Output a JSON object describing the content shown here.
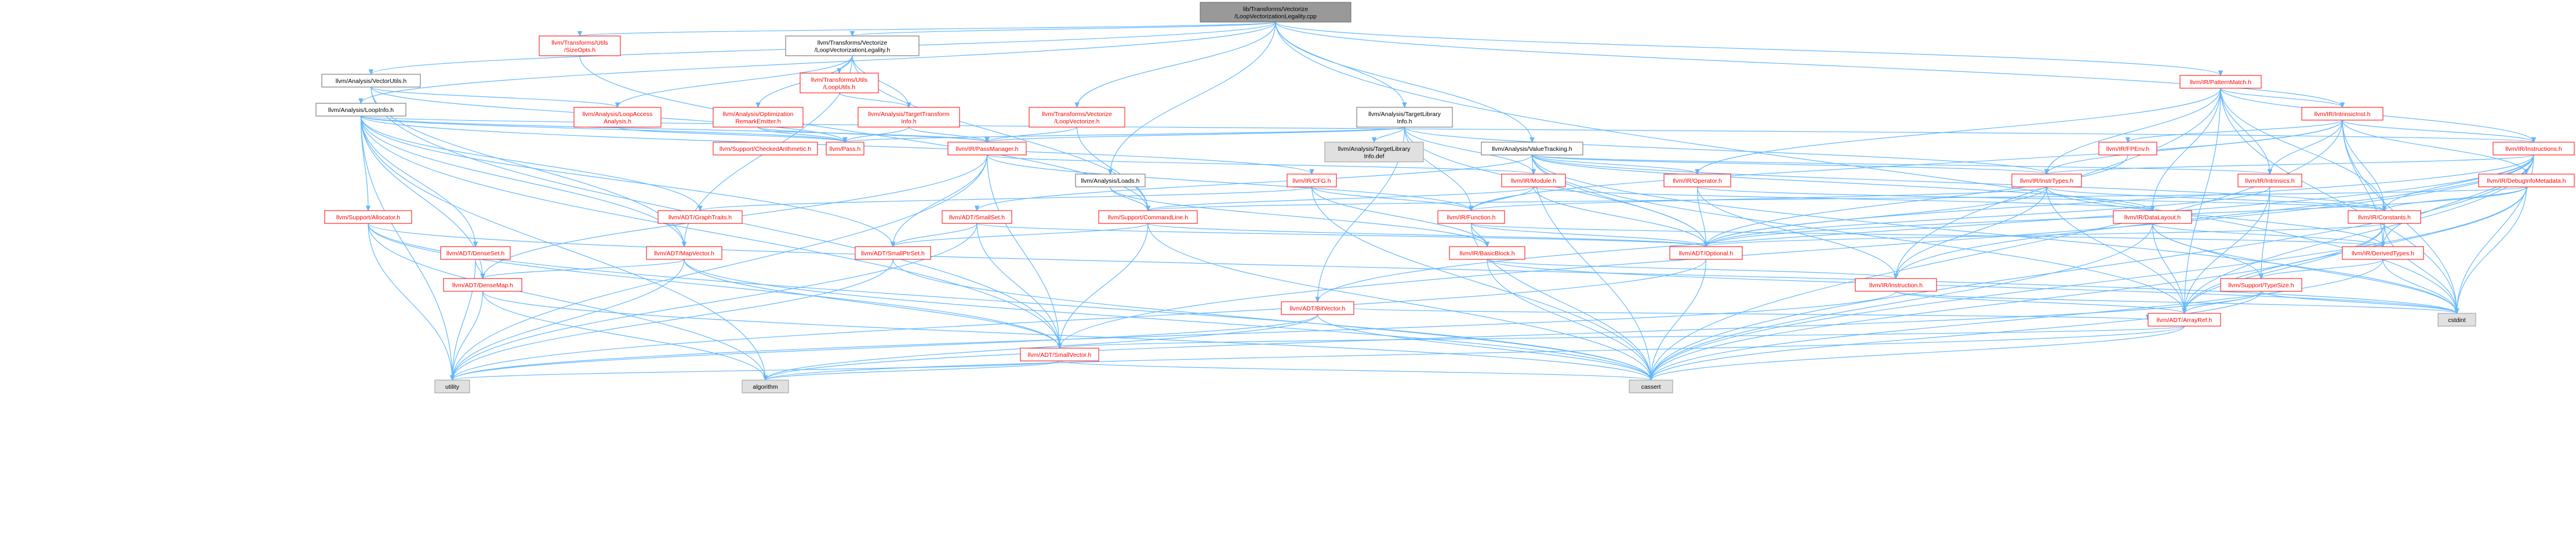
{
  "colors": {
    "edge": "#63b8ff",
    "root_fill": "#999999",
    "root_stroke": "#666666",
    "doc_fill": "#ffffff",
    "doc_stroke": "#ff0000",
    "doc_text": "#ff0000",
    "plain_stroke": "#666666",
    "plain_text": "#000000",
    "system_fill": "#e0e0e0",
    "system_stroke": "#999999"
  },
  "nodes": [
    {
      "id": "root",
      "kind": "root",
      "lines": [
        "lib/Transforms/Vectorize",
        "/LoopVectorizationLegality.cpp"
      ]
    },
    {
      "id": "tu_sizeopts",
      "kind": "doc",
      "lines": [
        "llvm/Transforms/Utils",
        "/SizeOpts.h"
      ]
    },
    {
      "id": "lvl_h",
      "kind": "plain",
      "lines": [
        "llvm/Transforms/Vectorize",
        "/LoopVectorizationLegality.h"
      ]
    },
    {
      "id": "vectorutils",
      "kind": "plain",
      "lines": [
        "llvm/Analysis/VectorUtils.h"
      ]
    },
    {
      "id": "loopinfo",
      "kind": "plain",
      "lines": [
        "llvm/Analysis/LoopInfo.h"
      ]
    },
    {
      "id": "tu_looputils",
      "kind": "doc",
      "lines": [
        "llvm/Transforms/Utils",
        "/LoopUtils.h"
      ]
    },
    {
      "id": "loopaccess",
      "kind": "doc",
      "lines": [
        "llvm/Analysis/LoopAccess",
        "Analysis.h"
      ]
    },
    {
      "id": "optremark",
      "kind": "doc",
      "lines": [
        "llvm/Analysis/Optimization",
        "RemarkEmitter.h"
      ]
    },
    {
      "id": "tti",
      "kind": "doc",
      "lines": [
        "llvm/Analysis/TargetTransform",
        "Info.h"
      ]
    },
    {
      "id": "loopvectorize",
      "kind": "doc",
      "lines": [
        "llvm/Transforms/Vectorize",
        "/LoopVectorize.h"
      ]
    },
    {
      "id": "tli",
      "kind": "plain",
      "lines": [
        "llvm/Analysis/TargetLibrary",
        "Info.h"
      ]
    },
    {
      "id": "tli_def",
      "kind": "system",
      "lines": [
        "llvm/Analysis/TargetLibrary",
        "Info.def"
      ]
    },
    {
      "id": "valuetracking",
      "kind": "plain",
      "lines": [
        "llvm/Analysis/ValueTracking.h"
      ]
    },
    {
      "id": "loads",
      "kind": "plain",
      "lines": [
        "llvm/Analysis/Loads.h"
      ]
    },
    {
      "id": "patternmatch",
      "kind": "doc",
      "lines": [
        "llvm/IR/PatternMatch.h"
      ]
    },
    {
      "id": "intrinsicinst",
      "kind": "doc",
      "lines": [
        "llvm/IR/IntrinsicInst.h"
      ]
    },
    {
      "id": "instructions",
      "kind": "doc",
      "lines": [
        "llvm/IR/Instructions.h"
      ]
    },
    {
      "id": "fpenv",
      "kind": "doc",
      "lines": [
        "llvm/IR/FPEnv.h"
      ]
    },
    {
      "id": "debuginfometa",
      "kind": "doc",
      "lines": [
        "llvm/IR/DebugInfoMetadata.h"
      ]
    },
    {
      "id": "checkedarith",
      "kind": "doc",
      "lines": [
        "llvm/Support/CheckedArithmetic.h"
      ]
    },
    {
      "id": "pass",
      "kind": "doc",
      "lines": [
        "llvm/Pass.h"
      ]
    },
    {
      "id": "passmanager",
      "kind": "doc",
      "lines": [
        "llvm/IR/PassManager.h"
      ]
    },
    {
      "id": "cfg",
      "kind": "doc",
      "lines": [
        "llvm/IR/CFG.h"
      ]
    },
    {
      "id": "module",
      "kind": "doc",
      "lines": [
        "llvm/IR/Module.h"
      ]
    },
    {
      "id": "operator",
      "kind": "doc",
      "lines": [
        "llvm/IR/Operator.h"
      ]
    },
    {
      "id": "instrtypes",
      "kind": "doc",
      "lines": [
        "llvm/IR/InstrTypes.h"
      ]
    },
    {
      "id": "intrinsics",
      "kind": "doc",
      "lines": [
        "llvm/IR/Intrinsics.h"
      ]
    },
    {
      "id": "allocator",
      "kind": "doc",
      "lines": [
        "llvm/Support/Allocator.h"
      ]
    },
    {
      "id": "graphtraits",
      "kind": "doc",
      "lines": [
        "llvm/ADT/GraphTraits.h"
      ]
    },
    {
      "id": "smallset",
      "kind": "doc",
      "lines": [
        "llvm/ADT/SmallSet.h"
      ]
    },
    {
      "id": "commandline",
      "kind": "doc",
      "lines": [
        "llvm/Support/CommandLine.h"
      ]
    },
    {
      "id": "function",
      "kind": "doc",
      "lines": [
        "llvm/IR/Function.h"
      ]
    },
    {
      "id": "datalayout",
      "kind": "doc",
      "lines": [
        "llvm/IR/DataLayout.h"
      ]
    },
    {
      "id": "constants",
      "kind": "doc",
      "lines": [
        "llvm/IR/Constants.h"
      ]
    },
    {
      "id": "densemapinfo",
      "kind": "doc",
      "lines": [
        "llvm/ADT/DenseSet.h"
      ]
    },
    {
      "id": "mapvector",
      "kind": "doc",
      "lines": [
        "llvm/ADT/MapVector.h"
      ]
    },
    {
      "id": "smallptrset",
      "kind": "doc",
      "lines": [
        "llvm/ADT/SmallPtrSet.h"
      ]
    },
    {
      "id": "optional",
      "kind": "doc",
      "lines": [
        "llvm/ADT/Optional.h"
      ]
    },
    {
      "id": "basicblock",
      "kind": "doc",
      "lines": [
        "llvm/IR/BasicBlock.h"
      ]
    },
    {
      "id": "derivedtypes",
      "kind": "doc",
      "lines": [
        "llvm/IR/DerivedTypes.h"
      ]
    },
    {
      "id": "densemap",
      "kind": "doc",
      "lines": [
        "llvm/ADT/DenseMap.h"
      ]
    },
    {
      "id": "bitvector",
      "kind": "doc",
      "lines": [
        "llvm/ADT/BitVector.h"
      ]
    },
    {
      "id": "instruction",
      "kind": "doc",
      "lines": [
        "llvm/IR/Instruction.h"
      ]
    },
    {
      "id": "typesize",
      "kind": "doc",
      "lines": [
        "llvm/Support/TypeSize.h"
      ]
    },
    {
      "id": "cstdint",
      "kind": "system",
      "lines": [
        "cstdint"
      ]
    },
    {
      "id": "arrayref",
      "kind": "doc",
      "lines": [
        "llvm/ADT/ArrayRef.h"
      ]
    },
    {
      "id": "smallvector",
      "kind": "doc",
      "lines": [
        "llvm/ADT/SmallVector.h"
      ]
    },
    {
      "id": "utility",
      "kind": "system",
      "lines": [
        "utility"
      ]
    },
    {
      "id": "algorithm",
      "kind": "system",
      "lines": [
        "algorithm"
      ]
    },
    {
      "id": "cassert",
      "kind": "system",
      "lines": [
        "cassert"
      ]
    }
  ],
  "edges": [
    [
      "root",
      "tu_sizeopts"
    ],
    [
      "root",
      "lvl_h"
    ],
    [
      "root",
      "vectorutils"
    ],
    [
      "root",
      "loopinfo"
    ],
    [
      "root",
      "loopvectorize"
    ],
    [
      "root",
      "tli"
    ],
    [
      "root",
      "valuetracking"
    ],
    [
      "root",
      "loads"
    ],
    [
      "root",
      "patternmatch"
    ],
    [
      "root",
      "intrinsicinst"
    ],
    [
      "root",
      "cstdint"
    ],
    [
      "tu_sizeopts",
      "commandline"
    ],
    [
      "lvl_h",
      "tu_looputils"
    ],
    [
      "lvl_h",
      "loopaccess"
    ],
    [
      "lvl_h",
      "optremark"
    ],
    [
      "lvl_h",
      "tti"
    ],
    [
      "lvl_h",
      "mapvector"
    ],
    [
      "lvl_h",
      "commandline"
    ],
    [
      "tu_looputils",
      "tti"
    ],
    [
      "tti",
      "passmanager"
    ],
    [
      "tti",
      "pass"
    ],
    [
      "tti",
      "smallbitvector_dummy"
    ],
    [
      "optremark",
      "pass"
    ],
    [
      "optremark",
      "passmanager"
    ],
    [
      "loopaccess",
      "pass"
    ],
    [
      "loopvectorize",
      "passmanager"
    ],
    [
      "loopvectorize",
      "commandline"
    ],
    [
      "vectorutils",
      "loopaccess"
    ],
    [
      "vectorutils",
      "pass"
    ],
    [
      "vectorutils",
      "mapvector"
    ],
    [
      "vectorutils",
      "smallvector"
    ],
    [
      "loopinfo",
      "allocator"
    ],
    [
      "loopinfo",
      "graphtraits"
    ],
    [
      "loopinfo",
      "densemapinfo"
    ],
    [
      "loopinfo",
      "mapvector"
    ],
    [
      "loopinfo",
      "smallptrset"
    ],
    [
      "loopinfo",
      "smallvector"
    ],
    [
      "loopinfo",
      "pass"
    ],
    [
      "loopinfo",
      "passmanager"
    ],
    [
      "loopinfo",
      "cfg"
    ],
    [
      "loopinfo",
      "instructions"
    ],
    [
      "loopinfo",
      "algorithm"
    ],
    [
      "loopinfo",
      "utility"
    ],
    [
      "loopinfo",
      "densemap"
    ],
    [
      "tli",
      "tli_def"
    ],
    [
      "tli",
      "passmanager"
    ],
    [
      "tli",
      "pass"
    ],
    [
      "tli",
      "bitvector"
    ],
    [
      "tli",
      "optional"
    ],
    [
      "tli",
      "function"
    ],
    [
      "tli",
      "module"
    ],
    [
      "tli",
      "instrtypes"
    ],
    [
      "valuetracking",
      "arrayref"
    ],
    [
      "valuetracking",
      "smallset"
    ],
    [
      "valuetracking",
      "constants"
    ],
    [
      "valuetracking",
      "datalayout"
    ],
    [
      "valuetracking",
      "instrtypes"
    ],
    [
      "valuetracking",
      "intrinsics"
    ],
    [
      "valuetracking",
      "optional"
    ],
    [
      "valuetracking",
      "operator"
    ],
    [
      "valuetracking",
      "cassert"
    ],
    [
      "valuetracking",
      "cstdint"
    ],
    [
      "loads",
      "basicblock"
    ],
    [
      "loads",
      "commandline"
    ],
    [
      "patternmatch",
      "arrayref"
    ],
    [
      "patternmatch",
      "constants"
    ],
    [
      "patternmatch",
      "datalayout"
    ],
    [
      "patternmatch",
      "instrtypes"
    ],
    [
      "patternmatch",
      "instruction"
    ],
    [
      "patternmatch",
      "instructions"
    ],
    [
      "patternmatch",
      "intrinsicinst"
    ],
    [
      "patternmatch",
      "intrinsics"
    ],
    [
      "patternmatch",
      "operator"
    ],
    [
      "patternmatch",
      "cstdint"
    ],
    [
      "intrinsicinst",
      "debuginfometa"
    ],
    [
      "intrinsicinst",
      "derivedtypes"
    ],
    [
      "intrinsicinst",
      "fpenv"
    ],
    [
      "intrinsicinst",
      "function"
    ],
    [
      "intrinsicinst",
      "instrtypes"
    ],
    [
      "intrinsicinst",
      "instructions"
    ],
    [
      "intrinsicinst",
      "intrinsics"
    ],
    [
      "intrinsicinst",
      "cassert"
    ],
    [
      "intrinsicinst",
      "cstdint"
    ],
    [
      "intrinsicinst",
      "constants"
    ],
    [
      "instructions",
      "instrtypes"
    ],
    [
      "instructions",
      "constants"
    ],
    [
      "instructions",
      "derivedtypes"
    ],
    [
      "instructions",
      "instruction"
    ],
    [
      "instructions",
      "optional"
    ],
    [
      "instructions",
      "arrayref"
    ],
    [
      "instructions",
      "cassert"
    ],
    [
      "instructions",
      "cstdint"
    ],
    [
      "instructions",
      "bitvector"
    ],
    [
      "instructions",
      "smallvector"
    ],
    [
      "fpenv",
      "optional"
    ],
    [
      "debuginfometa",
      "arrayref"
    ],
    [
      "debuginfometa",
      "constants"
    ],
    [
      "debuginfometa",
      "optional"
    ],
    [
      "debuginfometa",
      "commandline"
    ],
    [
      "debuginfometa",
      "cassert"
    ],
    [
      "debuginfometa",
      "cstdint"
    ],
    [
      "passmanager",
      "function"
    ],
    [
      "passmanager",
      "module"
    ],
    [
      "passmanager",
      "densemap"
    ],
    [
      "passmanager",
      "smallptrset"
    ],
    [
      "passmanager",
      "smallvector"
    ],
    [
      "passmanager",
      "utility"
    ],
    [
      "cfg",
      "graphtraits"
    ],
    [
      "cfg",
      "basicblock"
    ],
    [
      "cfg",
      "function"
    ],
    [
      "cfg",
      "cassert"
    ],
    [
      "module",
      "function"
    ],
    [
      "module",
      "datalayout"
    ],
    [
      "module",
      "commandline"
    ],
    [
      "module",
      "optional"
    ],
    [
      "operator",
      "instruction"
    ],
    [
      "operator",
      "constants"
    ],
    [
      "operator",
      "optional"
    ],
    [
      "instrtypes",
      "instruction"
    ],
    [
      "instrtypes",
      "derivedtypes"
    ],
    [
      "instrtypes",
      "optional"
    ],
    [
      "instrtypes",
      "arrayref"
    ],
    [
      "instrtypes",
      "function"
    ],
    [
      "instrtypes",
      "constants"
    ],
    [
      "intrinsics",
      "arrayref"
    ],
    [
      "intrinsics",
      "typesize"
    ],
    [
      "intrinsics",
      "optional"
    ],
    [
      "allocator",
      "utility"
    ],
    [
      "allocator",
      "cassert"
    ],
    [
      "allocator",
      "smallvector"
    ],
    [
      "allocator",
      "algorithm"
    ],
    [
      "allocator",
      "cstdint"
    ],
    [
      "smallset",
      "smallptrset"
    ],
    [
      "smallset",
      "optional"
    ],
    [
      "smallset",
      "smallvector"
    ],
    [
      "smallset",
      "utility"
    ],
    [
      "commandline",
      "smallptrset"
    ],
    [
      "commandline",
      "smallvector"
    ],
    [
      "commandline",
      "cassert"
    ],
    [
      "commandline",
      "optional"
    ],
    [
      "function",
      "basicblock"
    ],
    [
      "function",
      "optional"
    ],
    [
      "function",
      "derivedtypes"
    ],
    [
      "function",
      "cassert"
    ],
    [
      "datalayout",
      "arrayref"
    ],
    [
      "datalayout",
      "derivedtypes"
    ],
    [
      "datalayout",
      "typesize"
    ],
    [
      "datalayout",
      "cassert"
    ],
    [
      "datalayout",
      "cstdint"
    ],
    [
      "constants",
      "derivedtypes"
    ],
    [
      "constants",
      "optional"
    ],
    [
      "constants",
      "arrayref"
    ],
    [
      "constants",
      "cassert"
    ],
    [
      "constants",
      "cstdint"
    ],
    [
      "densemapinfo",
      "densemap"
    ],
    [
      "densemapinfo",
      "utility"
    ],
    [
      "mapvector",
      "densemap"
    ],
    [
      "mapvector",
      "smallvector"
    ],
    [
      "mapvector",
      "utility"
    ],
    [
      "mapvector",
      "cassert"
    ],
    [
      "smallptrset",
      "cassert"
    ],
    [
      "smallptrset",
      "utility"
    ],
    [
      "optional",
      "cassert"
    ],
    [
      "optional",
      "utility"
    ],
    [
      "basicblock",
      "instruction"
    ],
    [
      "basicblock",
      "cassert"
    ],
    [
      "basicblock",
      "cstdint"
    ],
    [
      "derivedtypes",
      "typesize"
    ],
    [
      "derivedtypes",
      "cassert"
    ],
    [
      "derivedtypes",
      "cstdint"
    ],
    [
      "densemap",
      "algorithm"
    ],
    [
      "densemap",
      "cassert"
    ],
    [
      "densemap",
      "utility"
    ],
    [
      "bitvector",
      "arrayref"
    ],
    [
      "bitvector",
      "algorithm"
    ],
    [
      "bitvector",
      "cassert"
    ],
    [
      "bitvector",
      "utility"
    ],
    [
      "instruction",
      "arrayref"
    ],
    [
      "instruction",
      "cstdint"
    ],
    [
      "instruction",
      "utility"
    ],
    [
      "typesize",
      "arrayref"
    ],
    [
      "typesize",
      "algorithm"
    ],
    [
      "typesize",
      "cassert"
    ],
    [
      "typesize",
      "cstdint"
    ],
    [
      "arrayref",
      "smallvector"
    ],
    [
      "arrayref",
      "algorithm"
    ],
    [
      "arrayref",
      "cassert"
    ],
    [
      "smallvector",
      "algorithm"
    ],
    [
      "smallvector",
      "cassert"
    ],
    [
      "smallvector",
      "utility"
    ]
  ]
}
